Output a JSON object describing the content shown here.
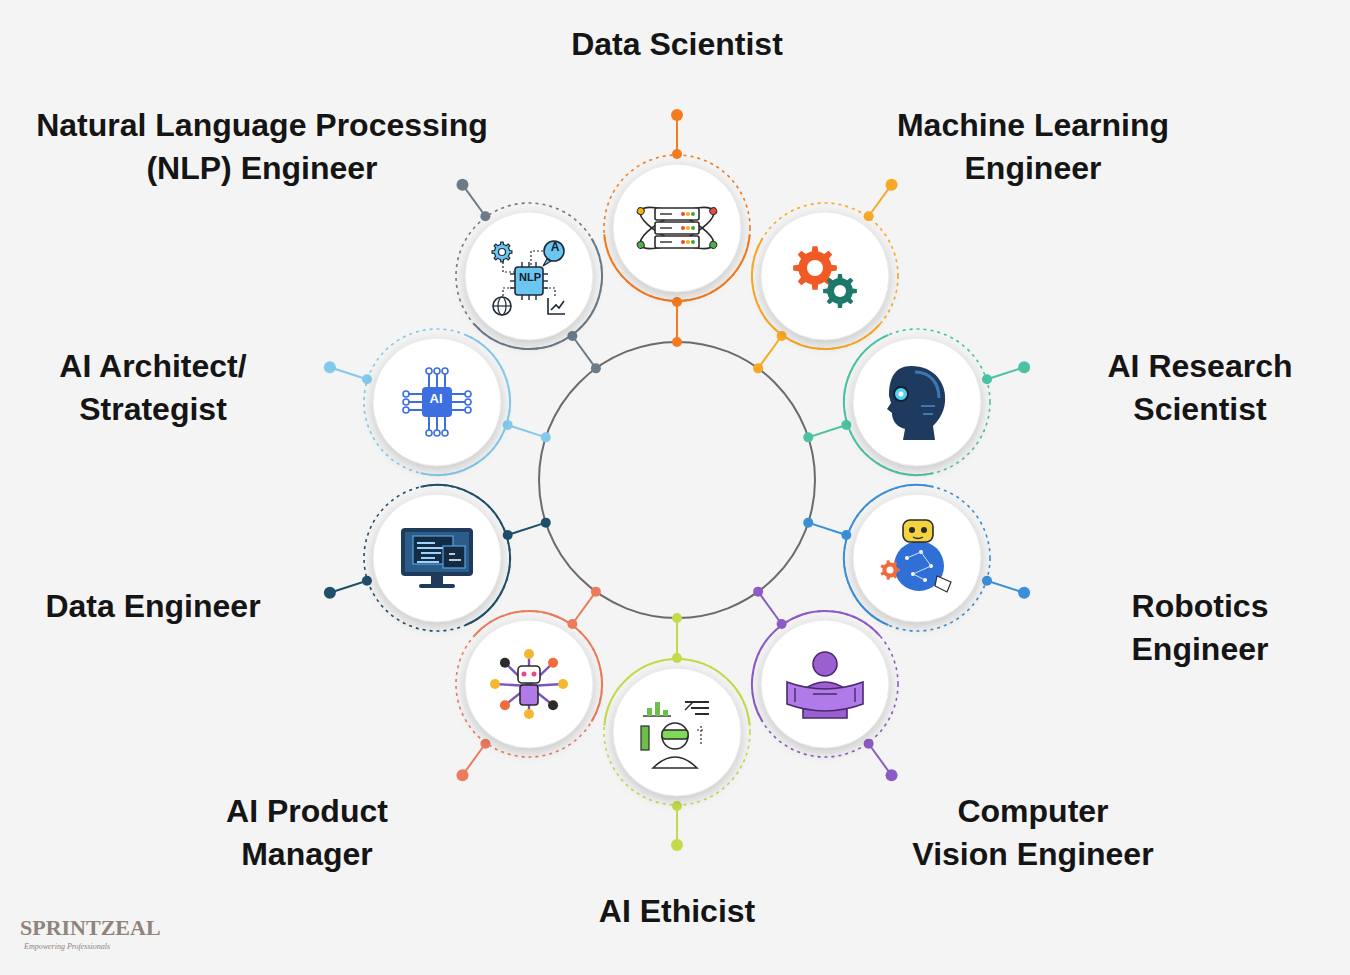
{
  "diagram": {
    "nodes": [
      {
        "text": [
          "Data Scientist"
        ]
      },
      {
        "text": [
          "Machine Learning Engineer"
        ]
      },
      {
        "text": [
          "AI Research Scientist"
        ]
      },
      {
        "text": [
          "Robotics Engineer"
        ]
      },
      {
        "text": [
          "Computer Vision Engineer"
        ]
      },
      {
        "text": [
          "AI Ethicist"
        ]
      },
      {
        "text": [
          "AI Product Manager"
        ]
      },
      {
        "text": [
          "Data Engineer"
        ]
      },
      {
        "text": [
          "AI Architect/ Strategist"
        ]
      },
      {
        "text": [
          "Natural Language Processing (NLP) Engineer"
        ]
      }
    ],
    "labels": [
      "NLP",
      "A",
      "AI",
      "SPRINTZEAL",
      "Empowering Professionals"
    ]
  }
}
